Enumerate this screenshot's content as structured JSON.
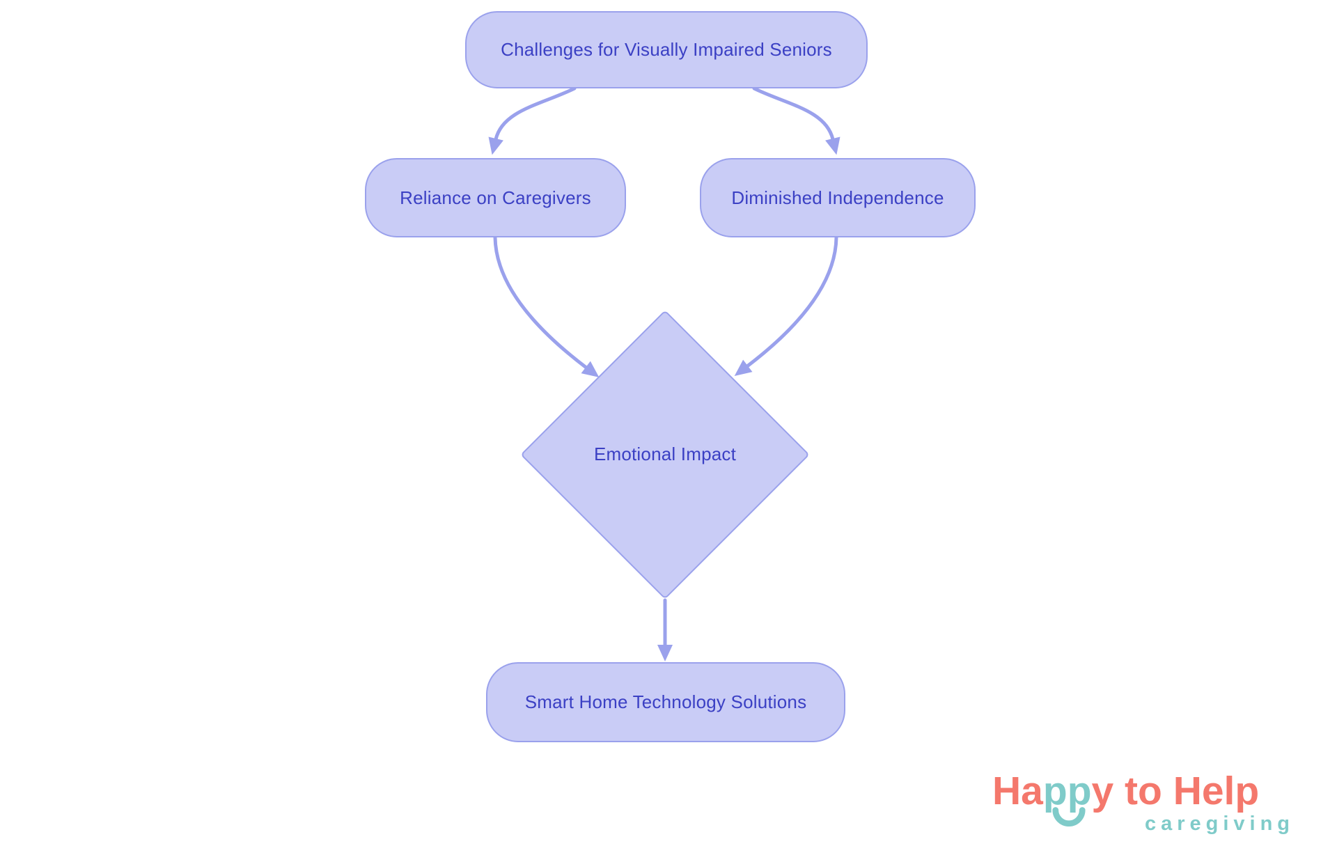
{
  "page": {
    "background": "#ffffff"
  },
  "diagram": {
    "nodes": {
      "challenges": {
        "label": "Challenges for Visually Impaired Seniors",
        "shape": "pill"
      },
      "reliance": {
        "label": "Reliance on Caregivers",
        "shape": "pill"
      },
      "independence": {
        "label": "Diminished Independence",
        "shape": "pill"
      },
      "emotional": {
        "label": "Emotional Impact",
        "shape": "diamond"
      },
      "solutions": {
        "label": "Smart Home Technology Solutions",
        "shape": "pill"
      }
    },
    "edges": [
      {
        "from": "challenges",
        "to": "reliance"
      },
      {
        "from": "challenges",
        "to": "independence"
      },
      {
        "from": "reliance",
        "to": "emotional"
      },
      {
        "from": "independence",
        "to": "emotional"
      },
      {
        "from": "emotional",
        "to": "solutions"
      }
    ],
    "colors": {
      "node_fill": "#c9ccf6",
      "node_border": "#9aa1ec",
      "node_text": "#3b40c4",
      "arrow": "#9aa1ec"
    }
  },
  "logo": {
    "title_part1": "Ha",
    "title_part2": "pp",
    "title_part3": "y to Help",
    "subtitle": "caregiving",
    "smile_icon": "smile-arc-icon",
    "colors": {
      "coral": "#f4786c",
      "teal": "#7fcbc9"
    }
  }
}
